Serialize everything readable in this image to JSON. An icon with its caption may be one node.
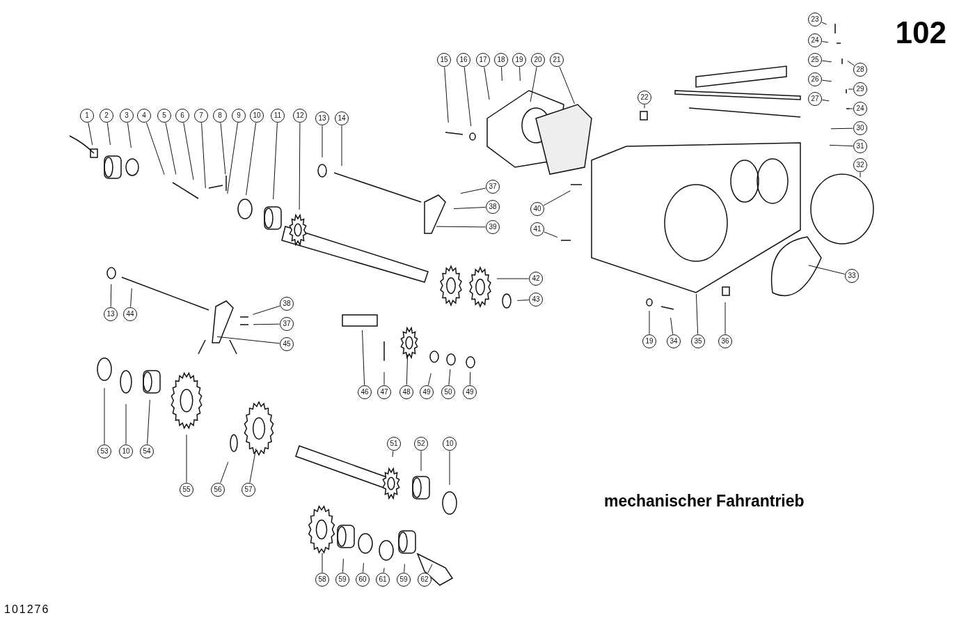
{
  "diagram": {
    "title": "mechanischer Fahrantrieb",
    "nodes": [
      {
        "text": [
          "1"
        ]
      },
      {
        "text": [
          "2"
        ]
      },
      {
        "text": [
          "3"
        ]
      },
      {
        "text": [
          "4"
        ]
      },
      {
        "text": [
          "5"
        ]
      },
      {
        "text": [
          "6"
        ]
      },
      {
        "text": [
          "7"
        ]
      },
      {
        "text": [
          "8"
        ]
      },
      {
        "text": [
          "9"
        ]
      },
      {
        "text": [
          "10"
        ]
      },
      {
        "text": [
          "11"
        ]
      },
      {
        "text": [
          "12"
        ]
      },
      {
        "text": [
          "13"
        ]
      },
      {
        "text": [
          "14"
        ]
      },
      {
        "text": [
          "15"
        ]
      },
      {
        "text": [
          "16"
        ]
      },
      {
        "text": [
          "17"
        ]
      },
      {
        "text": [
          "18"
        ]
      },
      {
        "text": [
          "19"
        ]
      },
      {
        "text": [
          "20"
        ]
      },
      {
        "text": [
          "21"
        ]
      },
      {
        "text": [
          "22"
        ]
      },
      {
        "text": [
          "23"
        ]
      },
      {
        "text": [
          "24"
        ]
      },
      {
        "text": [
          "25"
        ]
      },
      {
        "text": [
          "26"
        ]
      },
      {
        "text": [
          "27"
        ]
      },
      {
        "text": [
          "28"
        ]
      },
      {
        "text": [
          "29"
        ]
      },
      {
        "text": [
          "24"
        ]
      },
      {
        "text": [
          "30"
        ]
      },
      {
        "text": [
          "31"
        ]
      },
      {
        "text": [
          "32"
        ]
      },
      {
        "text": [
          "37"
        ]
      },
      {
        "text": [
          "38"
        ]
      },
      {
        "text": [
          "39"
        ]
      },
      {
        "text": [
          "40"
        ]
      },
      {
        "text": [
          "41"
        ]
      },
      {
        "text": [
          "42"
        ]
      },
      {
        "text": [
          "43"
        ]
      },
      {
        "text": [
          "33"
        ]
      },
      {
        "text": [
          "13"
        ]
      },
      {
        "text": [
          "44"
        ]
      },
      {
        "text": [
          "38"
        ]
      },
      {
        "text": [
          "37"
        ]
      },
      {
        "text": [
          "45"
        ]
      },
      {
        "text": [
          "19"
        ]
      },
      {
        "text": [
          "34"
        ]
      },
      {
        "text": [
          "35"
        ]
      },
      {
        "text": [
          "36"
        ]
      },
      {
        "text": [
          "46"
        ]
      },
      {
        "text": [
          "47"
        ]
      },
      {
        "text": [
          "48"
        ]
      },
      {
        "text": [
          "49"
        ]
      },
      {
        "text": [
          "50"
        ]
      },
      {
        "text": [
          "49"
        ]
      },
      {
        "text": [
          "53"
        ]
      },
      {
        "text": [
          "10"
        ]
      },
      {
        "text": [
          "54"
        ]
      },
      {
        "text": [
          "55"
        ]
      },
      {
        "text": [
          "56"
        ]
      },
      {
        "text": [
          "57"
        ]
      },
      {
        "text": [
          "51"
        ]
      },
      {
        "text": [
          "52"
        ]
      },
      {
        "text": [
          "10"
        ]
      },
      {
        "text": [
          "58"
        ]
      },
      {
        "text": [
          "59"
        ]
      },
      {
        "text": [
          "60"
        ]
      },
      {
        "text": [
          "61"
        ]
      },
      {
        "text": [
          "59"
        ]
      },
      {
        "text": [
          "62"
        ]
      }
    ],
    "edges": [
      {
        "from": 0,
        "to": null,
        "arrow": "none"
      },
      {
        "from": 1,
        "to": null,
        "arrow": "none"
      },
      {
        "from": 2,
        "to": null,
        "arrow": "none"
      },
      {
        "from": 3,
        "to": null,
        "arrow": "none"
      },
      {
        "from": 4,
        "to": null,
        "arrow": "none"
      },
      {
        "from": 5,
        "to": null,
        "arrow": "none"
      },
      {
        "from": 6,
        "to": null,
        "arrow": "none"
      },
      {
        "from": 7,
        "to": null,
        "arrow": "none"
      },
      {
        "from": 8,
        "to": null,
        "arrow": "none"
      },
      {
        "from": 9,
        "to": null,
        "arrow": "none"
      },
      {
        "from": 10,
        "to": null,
        "arrow": "none"
      },
      {
        "from": 11,
        "to": null,
        "arrow": "none"
      },
      {
        "from": 12,
        "to": null,
        "arrow": "none"
      },
      {
        "from": 13,
        "to": null,
        "arrow": "none"
      },
      {
        "from": 14,
        "to": null,
        "arrow": "none"
      },
      {
        "from": 15,
        "to": null,
        "arrow": "none"
      },
      {
        "from": 16,
        "to": null,
        "arrow": "none"
      },
      {
        "from": 17,
        "to": null,
        "arrow": "none"
      },
      {
        "from": 18,
        "to": null,
        "arrow": "none"
      },
      {
        "from": 19,
        "to": null,
        "arrow": "none"
      },
      {
        "from": 20,
        "to": null,
        "arrow": "none"
      },
      {
        "from": 21,
        "to": null,
        "arrow": "none"
      },
      {
        "from": 22,
        "to": null,
        "arrow": "none"
      },
      {
        "from": 23,
        "to": null,
        "arrow": "none"
      },
      {
        "from": 24,
        "to": null,
        "arrow": "none"
      },
      {
        "from": 25,
        "to": null,
        "arrow": "none"
      },
      {
        "from": 26,
        "to": null,
        "arrow": "none"
      },
      {
        "from": 27,
        "to": null,
        "arrow": "none"
      },
      {
        "from": 28,
        "to": null,
        "arrow": "none"
      },
      {
        "from": 29,
        "to": null,
        "arrow": "none"
      },
      {
        "from": 30,
        "to": null,
        "arrow": "none"
      },
      {
        "from": 31,
        "to": null,
        "arrow": "none"
      },
      {
        "from": 32,
        "to": null,
        "arrow": "none"
      },
      {
        "from": 33,
        "to": null,
        "arrow": "none"
      },
      {
        "from": 34,
        "to": null,
        "arrow": "none"
      },
      {
        "from": 35,
        "to": null,
        "arrow": "none"
      },
      {
        "from": 36,
        "to": null,
        "arrow": "none"
      },
      {
        "from": 37,
        "to": null,
        "arrow": "none"
      },
      {
        "from": 38,
        "to": null,
        "arrow": "none"
      },
      {
        "from": 39,
        "to": null,
        "arrow": "none"
      },
      {
        "from": 40,
        "to": null,
        "arrow": "none"
      },
      {
        "from": 41,
        "to": null,
        "arrow": "none"
      },
      {
        "from": 42,
        "to": null,
        "arrow": "none"
      },
      {
        "from": 43,
        "to": null,
        "arrow": "none"
      },
      {
        "from": 44,
        "to": null,
        "arrow": "none"
      },
      {
        "from": 45,
        "to": null,
        "arrow": "none"
      },
      {
        "from": 46,
        "to": null,
        "arrow": "none"
      },
      {
        "from": 47,
        "to": null,
        "arrow": "none"
      },
      {
        "from": 48,
        "to": null,
        "arrow": "none"
      },
      {
        "from": 49,
        "to": null,
        "arrow": "none"
      },
      {
        "from": 50,
        "to": null,
        "arrow": "none"
      },
      {
        "from": 51,
        "to": null,
        "arrow": "none"
      },
      {
        "from": 52,
        "to": null,
        "arrow": "none"
      },
      {
        "from": 53,
        "to": null,
        "arrow": "none"
      },
      {
        "from": 54,
        "to": null,
        "arrow": "none"
      },
      {
        "from": 55,
        "to": null,
        "arrow": "none"
      },
      {
        "from": 56,
        "to": null,
        "arrow": "none"
      },
      {
        "from": 57,
        "to": null,
        "arrow": "none"
      },
      {
        "from": 58,
        "to": null,
        "arrow": "none"
      },
      {
        "from": 59,
        "to": null,
        "arrow": "none"
      },
      {
        "from": 60,
        "to": null,
        "arrow": "none"
      },
      {
        "from": 61,
        "to": null,
        "arrow": "none"
      },
      {
        "from": 62,
        "to": null,
        "arrow": "none"
      },
      {
        "from": 63,
        "to": null,
        "arrow": "none"
      },
      {
        "from": 64,
        "to": null,
        "arrow": "none"
      },
      {
        "from": 65,
        "to": null,
        "arrow": "none"
      },
      {
        "from": 66,
        "to": null,
        "arrow": "none"
      },
      {
        "from": 67,
        "to": null,
        "arrow": "none"
      },
      {
        "from": 68,
        "to": null,
        "arrow": "none"
      },
      {
        "from": 69,
        "to": null,
        "arrow": "none"
      },
      {
        "from": 70,
        "to": null,
        "arrow": "none"
      }
    ],
    "labels": [
      "102",
      "101276"
    ]
  }
}
